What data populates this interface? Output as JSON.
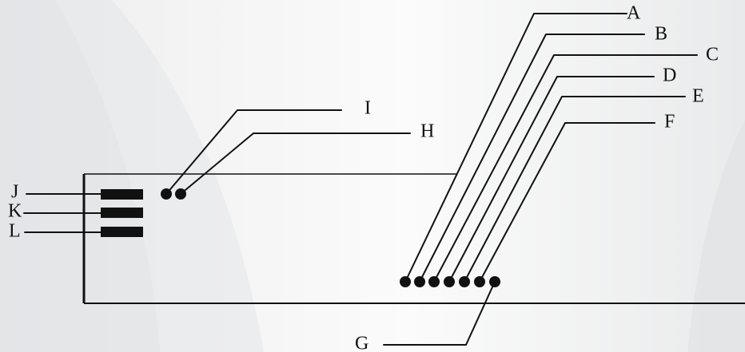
{
  "labels": {
    "A": "A",
    "B": "B",
    "C": "C",
    "D": "D",
    "E": "E",
    "F": "F",
    "G": "G",
    "H": "H",
    "I": "I",
    "J": "J",
    "K": "K",
    "L": "L"
  },
  "colors": {
    "background_light": "#ffffff",
    "background_shade": "#e6e8ea",
    "ink": "#111111"
  }
}
